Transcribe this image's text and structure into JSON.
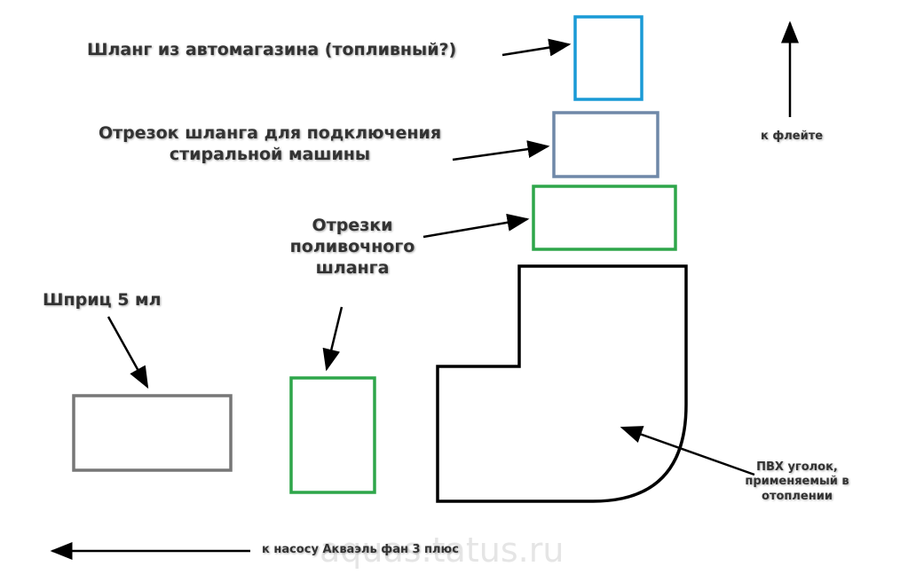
{
  "labels": {
    "fuel_hose": "Шланг из автомагазина (топливный?)",
    "washer_hose_line1": "Отрезок шланга для подключения",
    "washer_hose_line2": "стиральной машины",
    "garden_hose_line1": "Отрезки",
    "garden_hose_line2": "поливочного",
    "garden_hose_line3": "шланга",
    "syringe": "Шприц 5 мл",
    "to_flute": "к флейте",
    "pvc_line1": "ПВХ уголок,",
    "pvc_line2": "применяемый в",
    "pvc_line3": "отоплении",
    "to_pump": "к насосу Акваэль фан 3 плюс"
  },
  "watermark": "aquas.tatus.ru",
  "colors": {
    "fuel_hose": "#1a9ad6",
    "washer_hose": "#6f88a8",
    "garden_hose": "#2ea64a",
    "syringe": "#777777",
    "pvc": "#000000",
    "arrow": "#000000"
  }
}
